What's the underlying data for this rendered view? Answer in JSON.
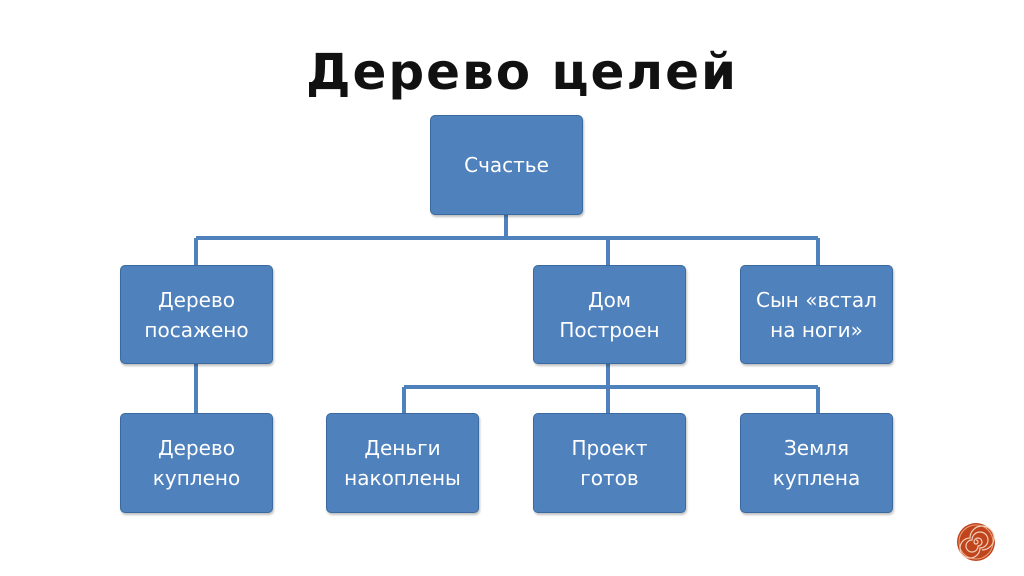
{
  "title": "Дерево целей",
  "nodes": {
    "root": "Счастье",
    "tree_planted": "Дерево\nпосажено",
    "house_built": "Дом\nПостроен",
    "son_stood": "Сын «встал\nна ноги»",
    "tree_bought": "Дерево\nкуплено",
    "money_saved": "Деньги\nнакоплены",
    "project_ready": "Проект\nготов",
    "land_bought": "Земля\nкуплена"
  },
  "colors": {
    "node_fill": "#4f81bd",
    "node_border": "#3a6a9f",
    "connector": "#4f81bd",
    "text": "#ffffff",
    "badge": "#c0441c"
  },
  "icons": {
    "badge": "spiral-badge-icon"
  }
}
